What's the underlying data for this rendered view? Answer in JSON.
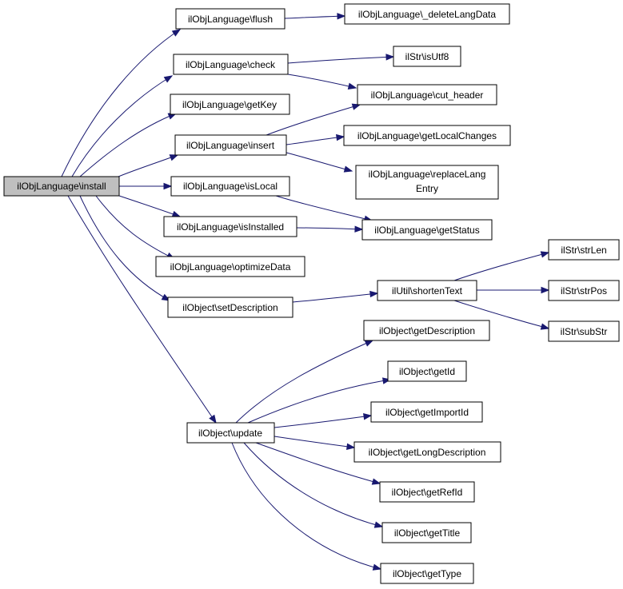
{
  "colors": {
    "edge": "#191970",
    "node_border": "#000000",
    "root_fill": "#bfbfbf",
    "node_fill": "#ffffff",
    "background": "#ffffff"
  },
  "nodes": {
    "install": "ilObjLanguage\\install",
    "flush": "ilObjLanguage\\flush",
    "deleteLangData": "ilObjLanguage\\_deleteLangData",
    "check": "ilObjLanguage\\check",
    "isUtf8": "ilStr\\isUtf8",
    "cut_header": "ilObjLanguage\\cut_header",
    "getKey": "ilObjLanguage\\getKey",
    "insert": "ilObjLanguage\\insert",
    "getLocalChanges": "ilObjLanguage\\getLocalChanges",
    "replaceLangEntry_l1": "ilObjLanguage\\replaceLang",
    "replaceLangEntry_l2": "Entry",
    "isLocal": "ilObjLanguage\\isLocal",
    "isInstalled": "ilObjLanguage\\isInstalled",
    "getStatus": "ilObjLanguage\\getStatus",
    "optimizeData": "ilObjLanguage\\optimizeData",
    "setDescription": "ilObject\\setDescription",
    "shortenText": "ilUtil\\shortenText",
    "strLen": "ilStr\\strLen",
    "strPos": "ilStr\\strPos",
    "subStr": "ilStr\\subStr",
    "update": "ilObject\\update",
    "getDescription": "ilObject\\getDescription",
    "getId": "ilObject\\getId",
    "getImportId": "ilObject\\getImportId",
    "getLongDescription": "ilObject\\getLongDescription",
    "getRefId": "ilObject\\getRefId",
    "getTitle": "ilObject\\getTitle",
    "getType": "ilObject\\getType"
  },
  "edges": [
    [
      "install",
      "flush"
    ],
    [
      "install",
      "check"
    ],
    [
      "install",
      "getKey"
    ],
    [
      "install",
      "insert"
    ],
    [
      "install",
      "isLocal"
    ],
    [
      "install",
      "isInstalled"
    ],
    [
      "install",
      "optimizeData"
    ],
    [
      "install",
      "setDescription"
    ],
    [
      "install",
      "update"
    ],
    [
      "flush",
      "deleteLangData"
    ],
    [
      "check",
      "isUtf8"
    ],
    [
      "check",
      "cut_header"
    ],
    [
      "insert",
      "cut_header"
    ],
    [
      "insert",
      "getLocalChanges"
    ],
    [
      "insert",
      "replaceLangEntry"
    ],
    [
      "isLocal",
      "getStatus"
    ],
    [
      "isInstalled",
      "getStatus"
    ],
    [
      "setDescription",
      "shortenText"
    ],
    [
      "shortenText",
      "strLen"
    ],
    [
      "shortenText",
      "strPos"
    ],
    [
      "shortenText",
      "subStr"
    ],
    [
      "update",
      "getDescription"
    ],
    [
      "update",
      "getId"
    ],
    [
      "update",
      "getImportId"
    ],
    [
      "update",
      "getLongDescription"
    ],
    [
      "update",
      "getRefId"
    ],
    [
      "update",
      "getTitle"
    ],
    [
      "update",
      "getType"
    ]
  ]
}
